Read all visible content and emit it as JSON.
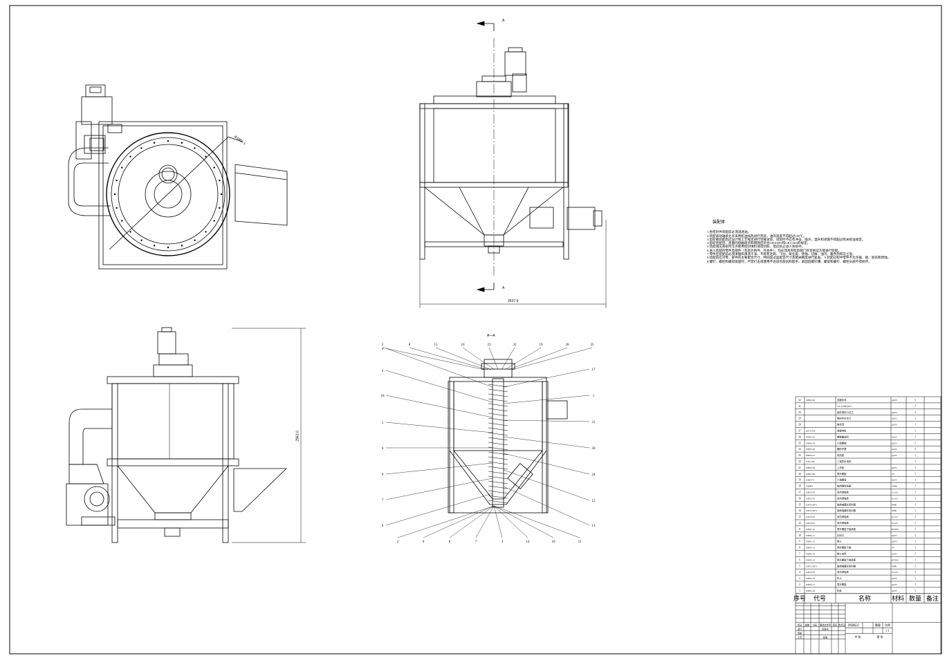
{
  "colors": {
    "line": "#000000",
    "paper": "#ffffff"
  },
  "section_mark": {
    "letter": "A",
    "view_title": "A—A"
  },
  "dimensions": {
    "width_top_view": "2537.9",
    "height_side_view": "2963.0",
    "diameter_label": "Φ1956.1"
  },
  "balloons": {
    "top": [
      "2",
      "8",
      "15",
      "16",
      "23",
      "32",
      "19",
      "26",
      "25"
    ],
    "left": [
      "4",
      "3",
      "18",
      "5",
      "6",
      "9",
      "7",
      "6"
    ],
    "right": [
      "17",
      "1",
      "21",
      "30",
      "24",
      "12",
      "13"
    ],
    "bottom": [
      "2",
      "6",
      "8",
      "7",
      "3",
      "14",
      "10",
      "11"
    ]
  },
  "notes": {
    "title": "装配体",
    "lines": [
      "1.各密封件装配前必须浸透油。",
      "2.装配滚动轴承允许采用机油加热进行热装，油的温度不得超过100℃。",
      "3.齿轮箱装配后应设计和工艺规定进行空载试验，试验时不应有冲击、噪声，温升和渗漏不得超过有关标准规定。",
      "4.齿轮装配后，齿面的接触斑点和侧隙应符合GB10095和GB11365的规定。",
      "5.装配液压系统时允许使用密封填料或密封胶，但应防止进入系统中。",
      "6.进入装配的零件及部件（包括外购件、外协件），均必须具有检验部门的合格证方能进行装配。",
      "7.零件在装配前必须清理和清洗干净，不得有毛刺、飞边、氧化皮、锈蚀、切屑、油污、着色剂和灰尘等。",
      "8.装配前应对零、部件的主要配合尺寸，特别是过盈配合尺寸及相关精度进行复查。  9.装配过程中零件不允许磕、碰、划伤和锈蚀。",
      "9.螺钉、螺栓和螺母紧固时，严禁打击或使用不合适的旋具和扳手。紧固后螺钉槽、螺母和螺钉、螺栓头部不得损坏。"
    ]
  },
  "bom": {
    "headers": [
      "序号",
      "代号",
      "名称",
      "材料",
      "数量",
      "备注"
    ],
    "rows": [
      [
        "32",
        "XBJX-04",
        "支腿总成",
        "Q235",
        "1",
        ""
      ],
      [
        "31",
        "",
        "YZ-1(XBJ)250",
        "",
        "1",
        ""
      ],
      [
        "30",
        "",
        "锥形观料口法兰",
        "Q235",
        "1",
        ""
      ],
      [
        "29",
        "",
        "锥形料位法兰",
        "Q235",
        "1",
        ""
      ],
      [
        "28",
        "",
        "锥仓顶",
        "Q235",
        "1",
        ""
      ],
      [
        "27",
        "QZ-315A",
        "减速电机",
        "",
        "1",
        ""
      ],
      [
        "26",
        "XBJX-02",
        "螺旋输送机",
        "Q235",
        "1",
        ""
      ],
      [
        "25",
        "XBJX-03",
        "小型螺旋",
        "Q235",
        "1",
        ""
      ],
      [
        "24",
        "XBJX-06",
        "圆形护罩",
        "Q235",
        "4",
        ""
      ],
      [
        "23",
        "XBJX-07",
        "电机座",
        "Q235",
        "1",
        ""
      ],
      [
        "22",
        "YX3-100",
        "三相异步电机",
        "",
        "1",
        ""
      ],
      [
        "21",
        "XBJX-08",
        "上托架",
        "Q235",
        "1",
        ""
      ],
      [
        "20",
        "XBJX-09",
        "提升螺旋",
        "45",
        "1",
        ""
      ],
      [
        "19",
        "GB6170",
        "六角螺母",
        "Q235",
        "1",
        ""
      ],
      [
        "18",
        "GB894",
        "轴用弹性挡圈",
        "65Mn",
        "1",
        ""
      ],
      [
        "17",
        "GB/T276",
        "深沟球轴承",
        "GCr15",
        "1",
        ""
      ],
      [
        "16",
        "GB/T276",
        "深沟球轴承",
        "GCr15",
        "1",
        ""
      ],
      [
        "15",
        "GB/T13871",
        "旋转轴唇形密封圈",
        "NBR",
        "1",
        ""
      ],
      [
        "14",
        "GB/T13871",
        "旋转轴唇形密封圈",
        "NBR",
        "1",
        ""
      ],
      [
        "13",
        "GB/T276",
        "深沟球轴承",
        "GCr15",
        "1",
        ""
      ],
      [
        "12",
        "GB/T276",
        "深沟球轴承",
        "GCr15",
        "1",
        ""
      ],
      [
        "11",
        "XBJX-10",
        "提升螺旋下轴承座",
        "HT200",
        "1",
        ""
      ],
      [
        "10",
        "XBJX-11",
        "出料口",
        "Q235",
        "1",
        ""
      ],
      [
        "9",
        "XBJX-12",
        "锥斗",
        "Q235",
        "1",
        ""
      ],
      [
        "8",
        "XBJX-13",
        "提升螺旋下轴",
        "45",
        "1",
        ""
      ],
      [
        "7",
        "XBJX-14",
        "锥斗支撑",
        "Q235",
        "1",
        ""
      ],
      [
        "6",
        "XBJX-15",
        "提升螺旋下轴承座",
        "HT200",
        "1",
        ""
      ],
      [
        "5",
        "GB/T13871",
        "旋转轴唇形密封圈",
        "NBR",
        "1",
        ""
      ],
      [
        "4",
        "GB/T276",
        "深沟球轴承",
        "GCr15",
        "1",
        ""
      ],
      [
        "3",
        "XBJX-16",
        "料斗",
        "Q235",
        "1",
        ""
      ],
      [
        "2",
        "XBJX-17",
        "提升螺旋",
        "Q235",
        "1",
        ""
      ],
      [
        "1",
        "XBJX-18",
        "机架",
        "Q235",
        "1",
        ""
      ]
    ]
  },
  "title_block": {
    "r1": [
      "标记",
      "处数",
      "分区",
      "更改文件号",
      "签名",
      "年月日"
    ],
    "r2": [
      "设计",
      "",
      "",
      "标准化",
      "",
      ""
    ],
    "r3": [
      "审核",
      "",
      "",
      "",
      "",
      ""
    ],
    "r4": [
      "工艺",
      "",
      "",
      "批准",
      "",
      ""
    ],
    "stage": "阶段标记",
    "weight": "重量",
    "ratio": "比例",
    "ratio_val": "1:1",
    "sheet_total": "共 张",
    "sheet_no": "第 张"
  }
}
